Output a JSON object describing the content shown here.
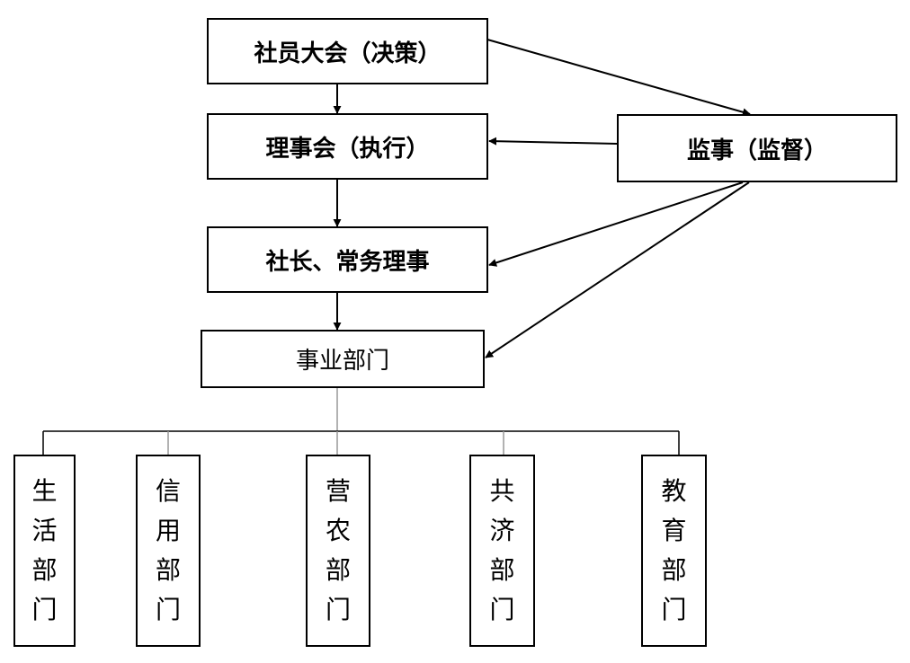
{
  "nodes": {
    "general_assembly": "社员大会（决策）",
    "board": "理事会（执行）",
    "president": "社长、常务理事",
    "business_dept": "事业部门",
    "supervisor": "监事（监督）"
  },
  "departments": [
    {
      "chars": [
        "生",
        "活",
        "部",
        "门"
      ]
    },
    {
      "chars": [
        "信",
        "用",
        "部",
        "门"
      ]
    },
    {
      "chars": [
        "营",
        "农",
        "部",
        "门"
      ]
    },
    {
      "chars": [
        "共",
        "济",
        "部",
        "门"
      ]
    },
    {
      "chars": [
        "教",
        "育",
        "部",
        "门"
      ]
    }
  ],
  "colors": {
    "line": "#000000",
    "connector": "#999999"
  }
}
